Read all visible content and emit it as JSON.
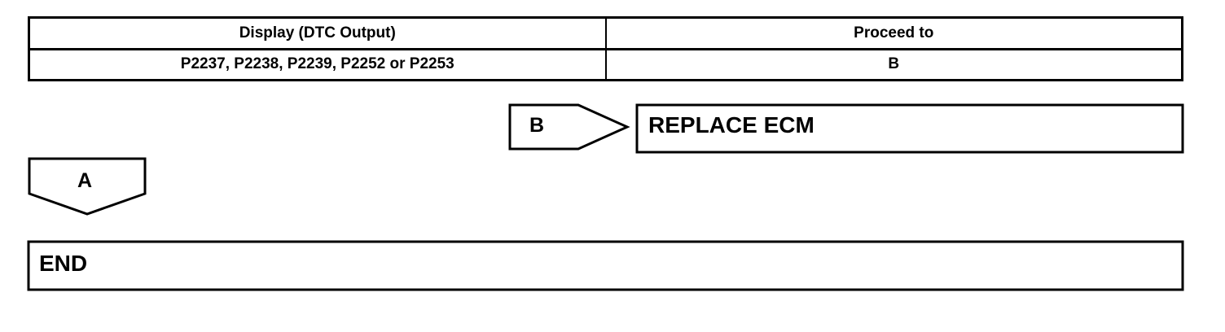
{
  "table": {
    "headers": [
      "Display (DTC Output)",
      "Proceed to"
    ],
    "rows": [
      [
        "P2237, P2238, P2239, P2252 or P2253",
        "B"
      ]
    ]
  },
  "flow": {
    "branch_b": {
      "label": "B",
      "action": "REPLACE ECM"
    },
    "branch_a": {
      "label": "A"
    },
    "end_box": "END"
  }
}
